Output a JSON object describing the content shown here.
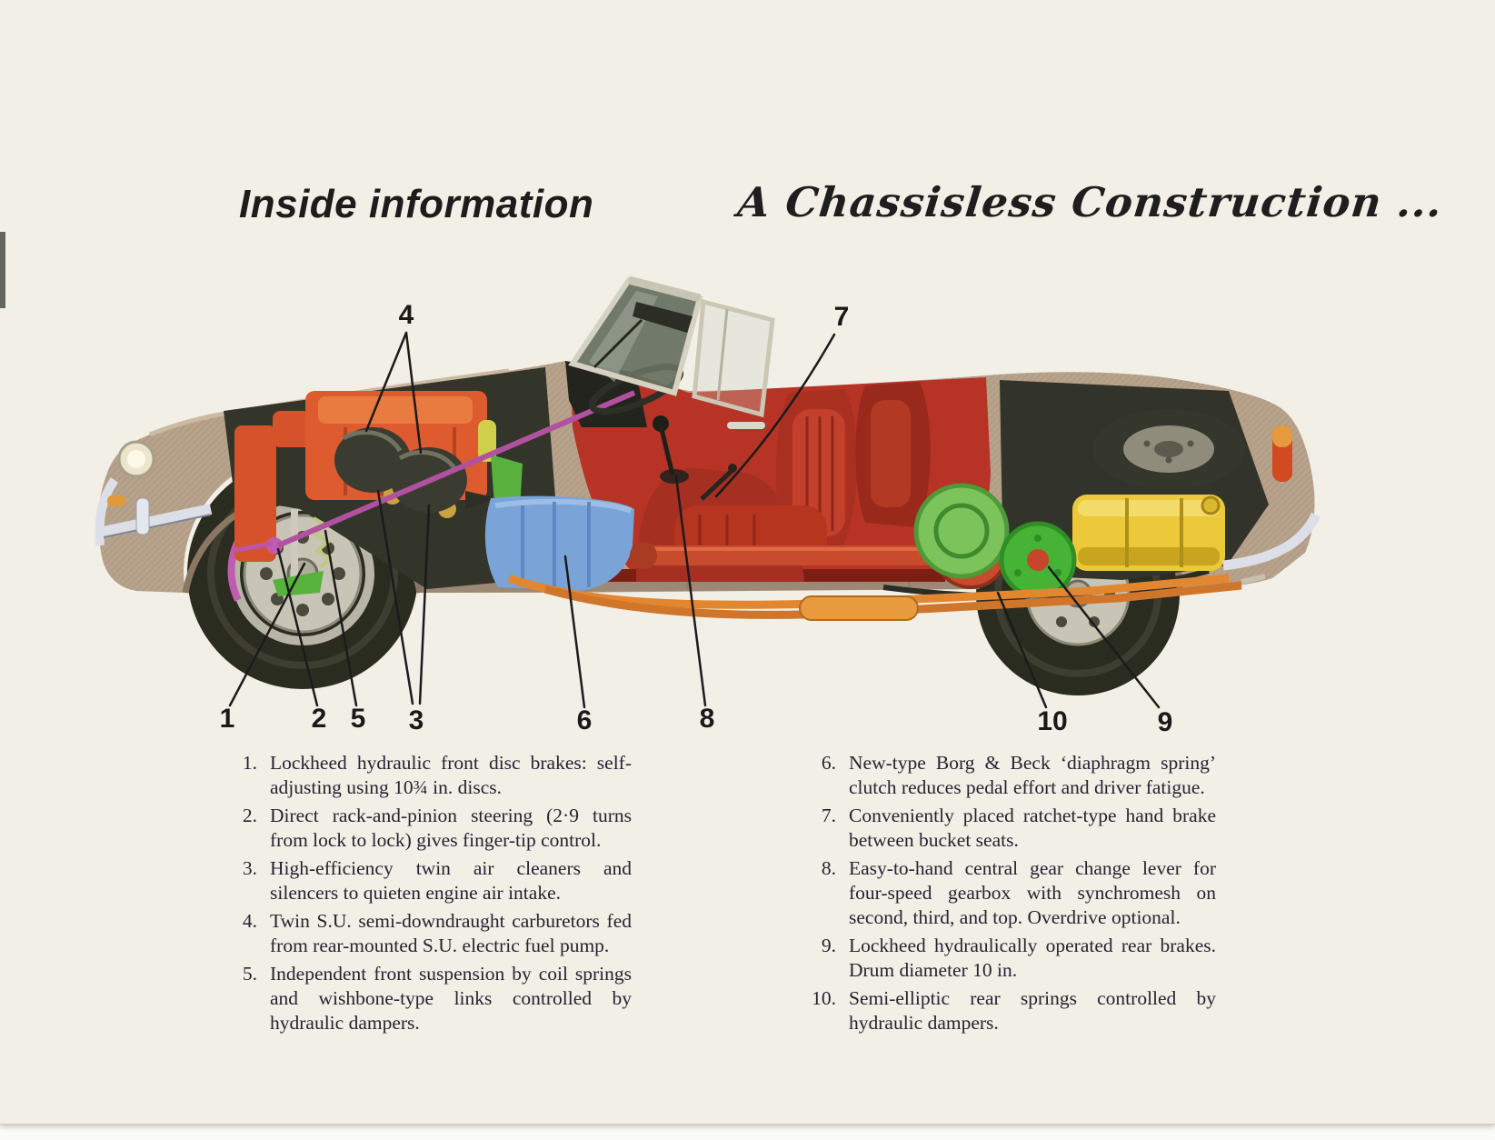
{
  "page": {
    "title_left": "Inside information",
    "title_right": "A Chassisless Construction ..."
  },
  "callouts": [
    {
      "label": "1"
    },
    {
      "label": "2"
    },
    {
      "label": "3"
    },
    {
      "label": "4"
    },
    {
      "label": "5"
    },
    {
      "label": "6"
    },
    {
      "label": "7"
    },
    {
      "label": "8"
    },
    {
      "label": "9"
    },
    {
      "label": "10"
    }
  ],
  "legend": {
    "left": [
      {
        "num": "1.",
        "text": "Lockheed hydraulic front disc brakes: self-adjusting using 10¾ in. discs."
      },
      {
        "num": "2.",
        "text": "Direct rack-and-pinion steering (2·9 turns from lock to lock) gives finger-tip control."
      },
      {
        "num": "3.",
        "text": "High-efficiency twin air cleaners and silencers to quieten engine air intake."
      },
      {
        "num": "4.",
        "text": "Twin S.U. semi-downdraught carburetors fed from rear-mounted S.U. electric fuel pump."
      },
      {
        "num": "5.",
        "text": "Independent front suspension by coil springs and wishbone-type links controlled by hydraulic dampers."
      }
    ],
    "right": [
      {
        "num": "6.",
        "text": "New-type Borg & Beck ‘diaphragm spring’ clutch reduces pedal effort and driver fatigue."
      },
      {
        "num": "7.",
        "text": "Conveniently placed ratchet-type hand brake between bucket seats."
      },
      {
        "num": "8.",
        "text": "Easy-to-hand central gear change lever for four-speed gearbox with synchromesh on second, third, and top. Overdrive optional."
      },
      {
        "num": "9.",
        "text": "Lockheed hydraulically operated rear brakes. Drum diameter 10 in."
      },
      {
        "num": "10.",
        "text": "Semi-elliptic rear springs controlled by hydraulic dampers."
      }
    ]
  },
  "colors": {
    "page_cream": "#f2efe7",
    "body_tan": "#b7a28b",
    "engine_orange": "#dd5b2e",
    "gearbox_blue": "#7aa3d7",
    "interior_red": "#b73325",
    "tank_yellow": "#ecc93a",
    "brake_green": "#46b236",
    "exhaust_orange": "#e2872f"
  }
}
